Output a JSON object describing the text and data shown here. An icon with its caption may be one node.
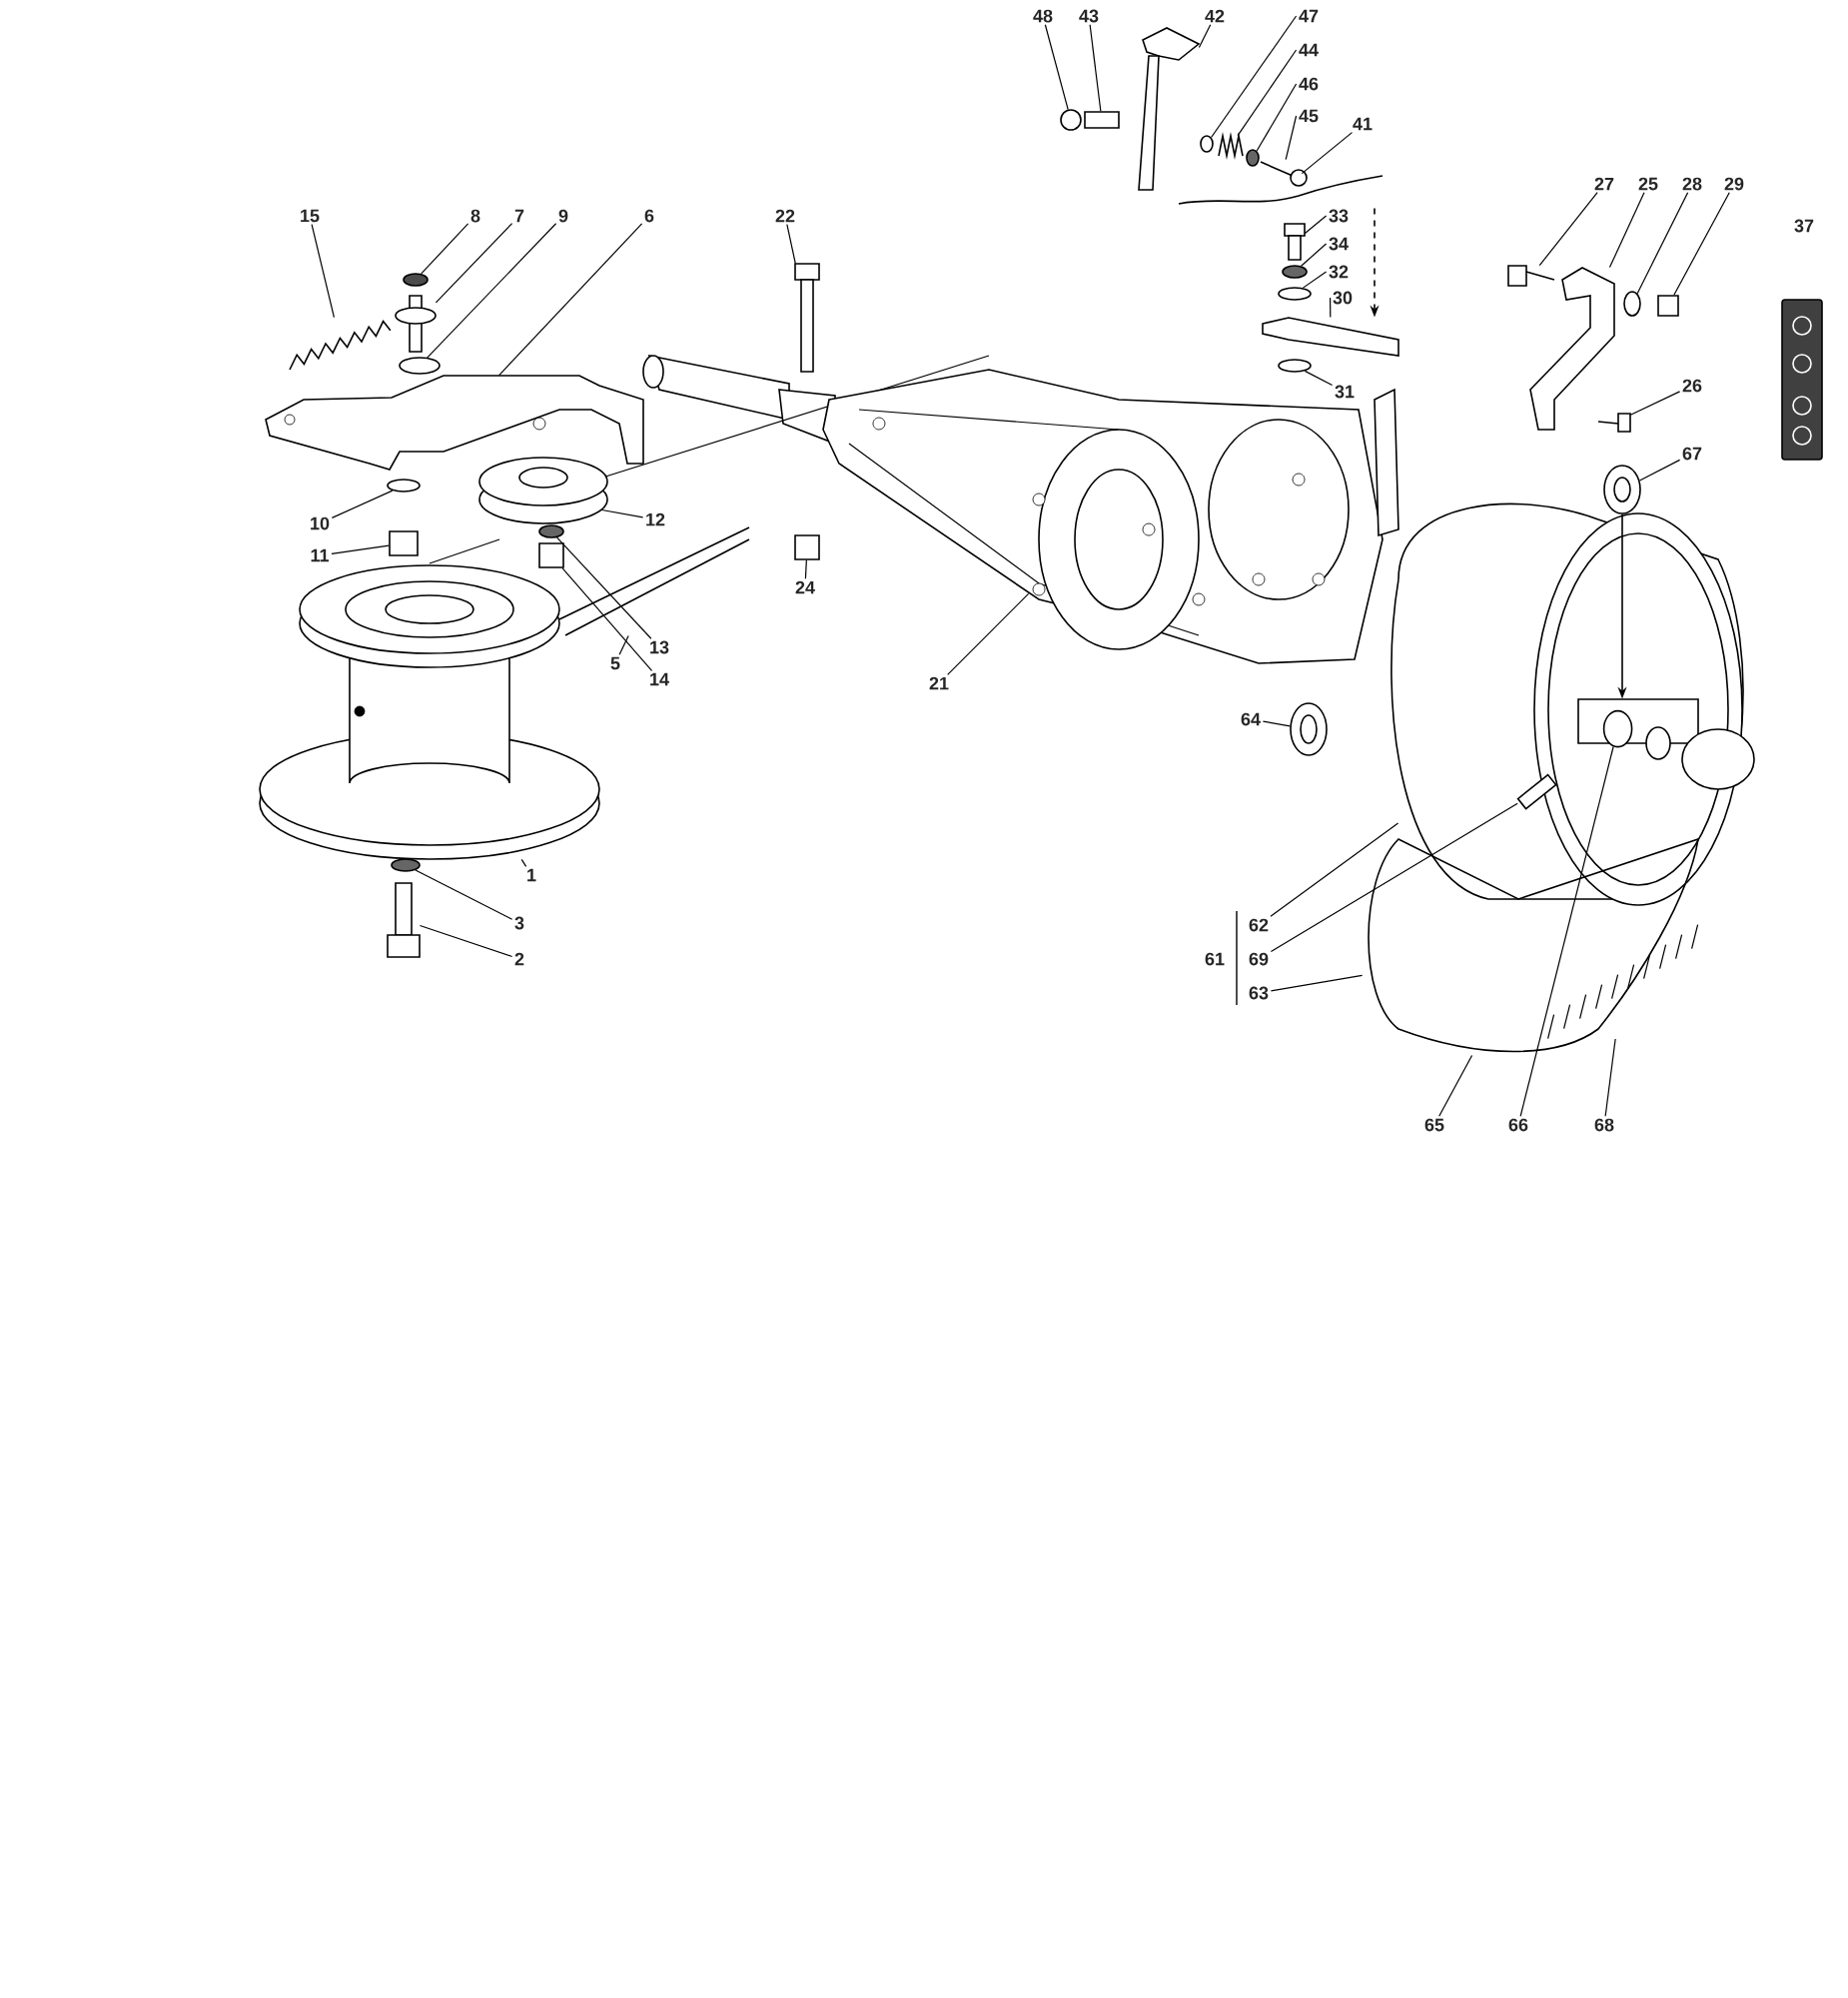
{
  "diagram": {
    "nodes": [
      {
        "text": [
          "15"
        ]
      },
      {
        "text": [
          "8"
        ]
      },
      {
        "text": [
          "7"
        ]
      },
      {
        "text": [
          "9"
        ]
      },
      {
        "text": [
          "6"
        ]
      },
      {
        "text": [
          "22"
        ]
      },
      {
        "text": [
          "48"
        ]
      },
      {
        "text": [
          "43"
        ]
      },
      {
        "text": [
          "42"
        ]
      },
      {
        "text": [
          "47"
        ]
      },
      {
        "text": [
          "44"
        ]
      },
      {
        "text": [
          "46"
        ]
      },
      {
        "text": [
          "45"
        ]
      },
      {
        "text": [
          "41"
        ]
      },
      {
        "text": [
          "33"
        ]
      },
      {
        "text": [
          "34"
        ]
      },
      {
        "text": [
          "32"
        ]
      },
      {
        "text": [
          "30"
        ]
      },
      {
        "text": [
          "31"
        ]
      },
      {
        "text": [
          "27"
        ]
      },
      {
        "text": [
          "25"
        ]
      },
      {
        "text": [
          "28"
        ]
      },
      {
        "text": [
          "29"
        ]
      },
      {
        "text": [
          "26"
        ]
      },
      {
        "text": [
          "67"
        ]
      },
      {
        "text": [
          "10"
        ]
      },
      {
        "text": [
          "11"
        ]
      },
      {
        "text": [
          "12"
        ]
      },
      {
        "text": [
          "24"
        ]
      },
      {
        "text": [
          "13"
        ]
      },
      {
        "text": [
          "14"
        ]
      },
      {
        "text": [
          "5"
        ]
      },
      {
        "text": [
          "21"
        ]
      },
      {
        "text": [
          "64"
        ]
      },
      {
        "text": [
          "1"
        ]
      },
      {
        "text": [
          "3"
        ]
      },
      {
        "text": [
          "2"
        ]
      },
      {
        "text": [
          "62"
        ]
      },
      {
        "text": [
          "69"
        ]
      },
      {
        "text": [
          "63"
        ]
      },
      {
        "text": [
          "65"
        ]
      },
      {
        "text": [
          "66"
        ]
      },
      {
        "text": [
          "68"
        ]
      },
      {
        "text": [],
        "shape": "picture"
      },
      {
        "text": [],
        "shape": "circle"
      },
      {
        "text": [],
        "shape": "picture"
      },
      {
        "text": [],
        "shape": "circle"
      },
      {
        "text": [],
        "shape": "picture"
      },
      {
        "text": [],
        "shape": "picture"
      },
      {
        "text": [],
        "shape": "circle"
      },
      {
        "text": [],
        "shape": "box"
      },
      {
        "text": [],
        "shape": "picture"
      },
      {
        "text": [],
        "shape": "circle"
      },
      {
        "text": [],
        "shape": "picture"
      },
      {
        "text": [],
        "shape": "circle"
      },
      {
        "text": [],
        "shape": "picture"
      },
      {
        "text": [],
        "shape": "picture"
      },
      {
        "text": [],
        "shape": "picture"
      },
      {
        "text": [],
        "shape": "circle"
      },
      {
        "text": [],
        "shape": "circle"
      },
      {
        "text": [],
        "shape": "picture"
      },
      {
        "text": [],
        "shape": "circle"
      },
      {
        "text": [],
        "shape": "picture"
      },
      {
        "text": [],
        "shape": "picture"
      },
      {
        "text": [],
        "shape": "circle"
      },
      {
        "text": [],
        "shape": "box"
      },
      {
        "text": [],
        "shape": "picture"
      },
      {
        "text": [],
        "shape": "circle"
      },
      {
        "text": [],
        "shape": "circle"
      },
      {
        "text": [],
        "shape": "box"
      },
      {
        "text": [],
        "shape": "circle"
      },
      {
        "text": [],
        "shape": "box"
      },
      {
        "text": [],
        "shape": "circle"
      },
      {
        "text": [],
        "shape": "box"
      },
      {
        "text": [],
        "shape": "picture"
      },
      {
        "text": [],
        "shape": "picture"
      },
      {
        "text": [],
        "shape": "circle"
      },
      {
        "text": [],
        "shape": "picture"
      },
      {
        "text": [],
        "shape": "circle"
      },
      {
        "text": [],
        "shape": "picture"
      },
      {
        "text": [],
        "shape": "picture"
      },
      {
        "text": [],
        "shape": "picture",
        "in": 80
      },
      {
        "text": [],
        "shape": "picture"
      },
      {
        "text": [],
        "shape": "circle",
        "in": 84
      },
      {
        "text": [],
        "shape": "picture"
      },
      {
        "text": [],
        "shape": "picture",
        "in": 82
      }
    ],
    "edges": [
      {
        "from": 0,
        "to": 43,
        "arrow": "none"
      },
      {
        "from": 1,
        "to": 44,
        "arrow": "none"
      },
      {
        "from": 2,
        "to": 45,
        "arrow": "none"
      },
      {
        "from": 3,
        "to": 46,
        "arrow": "none"
      },
      {
        "from": 4,
        "to": 47,
        "arrow": "none"
      },
      {
        "from": 5,
        "to": 48,
        "arrow": "none"
      },
      {
        "from": 6,
        "to": 49,
        "arrow": "none"
      },
      {
        "from": 7,
        "to": 50,
        "arrow": "none"
      },
      {
        "from": 8,
        "to": 51,
        "arrow": "none"
      },
      {
        "from": 9,
        "to": 52,
        "arrow": "none"
      },
      {
        "from": 10,
        "to": 53,
        "arrow": "none"
      },
      {
        "from": 11,
        "to": 54,
        "arrow": "none"
      },
      {
        "from": 12,
        "to": 55,
        "arrow": "none"
      },
      {
        "from": 13,
        "to": 56,
        "arrow": "none"
      },
      {
        "from": 14,
        "to": 57,
        "arrow": "none"
      },
      {
        "from": 15,
        "to": 58,
        "arrow": "none"
      },
      {
        "from": 16,
        "to": 59,
        "arrow": "none"
      },
      {
        "from": 17,
        "to": 60,
        "arrow": "none"
      },
      {
        "from": 18,
        "to": 61,
        "arrow": "none"
      },
      {
        "from": 19,
        "to": 62,
        "arrow": "none"
      },
      {
        "from": 20,
        "to": 63,
        "arrow": "none"
      },
      {
        "from": 21,
        "to": 64,
        "arrow": "none"
      },
      {
        "from": 22,
        "to": 65,
        "arrow": "none"
      },
      {
        "from": 23,
        "to": 66,
        "arrow": "none"
      },
      {
        "from": 24,
        "to": 67,
        "arrow": "none"
      },
      {
        "from": 25,
        "to": 68,
        "arrow": "none"
      },
      {
        "from": 26,
        "to": 69,
        "arrow": "none"
      },
      {
        "from": 27,
        "to": 70,
        "arrow": "none"
      },
      {
        "from": 28,
        "to": 71,
        "arrow": "none"
      },
      {
        "from": 29,
        "to": 72,
        "arrow": "none"
      },
      {
        "from": 30,
        "to": 73,
        "arrow": "none"
      },
      {
        "from": 31,
        "to": 74,
        "arrow": "none"
      },
      {
        "from": 32,
        "to": 75,
        "arrow": "none"
      },
      {
        "from": 33,
        "to": 76,
        "arrow": "none"
      },
      {
        "from": 34,
        "to": 77,
        "arrow": "none"
      },
      {
        "from": 35,
        "to": 78,
        "arrow": "none"
      },
      {
        "from": 36,
        "to": 79,
        "arrow": "none"
      },
      {
        "from": 37,
        "to": 80,
        "arrow": "none"
      },
      {
        "from": 38,
        "to": 81,
        "arrow": "none"
      },
      {
        "from": 39,
        "to": 82,
        "arrow": "none"
      },
      {
        "from": 40,
        "to": 82,
        "arrow": "none"
      },
      {
        "from": 41,
        "to": 83,
        "arrow": "none"
      },
      {
        "from": 42,
        "to": 85,
        "arrow": "none"
      },
      {
        "from": 56,
        "to": 60,
        "arrow": "to",
        "style": "dashed"
      },
      {
        "from": 67,
        "to": 84,
        "arrow": "to"
      }
    ],
    "labels": [
      "37",
      "61"
    ]
  }
}
